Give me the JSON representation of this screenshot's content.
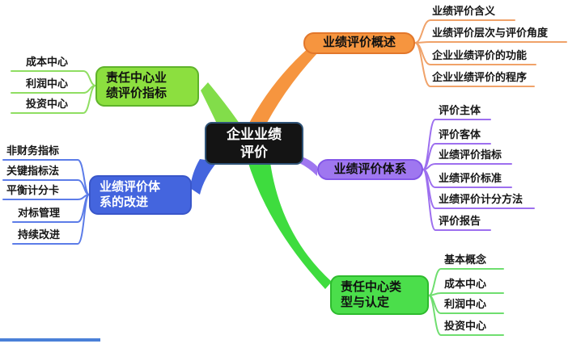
{
  "center": {
    "label": "企业业绩\n评价"
  },
  "branches": [
    {
      "label": "业绩评价概述",
      "color": "#F6953F",
      "children": [
        "业绩评价含义",
        "业绩评价层次与评价角度",
        "企业业绩评价的功能",
        "企业业绩评价的程序"
      ]
    },
    {
      "label": "业绩评价体系",
      "color": "#9F77F0",
      "children": [
        "评价主体",
        "评价客体",
        "业绩评价指标",
        "业绩评价标准",
        "业绩评价计分方法",
        "评价报告"
      ]
    },
    {
      "label": "责任中心类\n型与认定",
      "color": "#4BDE4B",
      "children": [
        "基本概念",
        "成本中心",
        "利润中心",
        "投资中心"
      ]
    },
    {
      "label": "责任中心业\n绩评价指标",
      "color": "#8CDF3F",
      "children": [
        "成本中心",
        "利润中心",
        "投资中心"
      ]
    },
    {
      "label": "业绩评价体\n系的改进",
      "color": "#4465DE",
      "children": [
        "非财务指标",
        "关键指标法",
        "平衡计分卡",
        "对标管理",
        "持续改进"
      ]
    }
  ],
  "colors": {
    "center_bg": "#141414",
    "center_text": "#ffffff",
    "overview_line": "#F0A269",
    "system_line": "#9D6FEF",
    "rc_types_line": "#6FDE6F",
    "rc_indicators_line": "#8FDE62",
    "improvement_line": "#5C7CE8"
  }
}
